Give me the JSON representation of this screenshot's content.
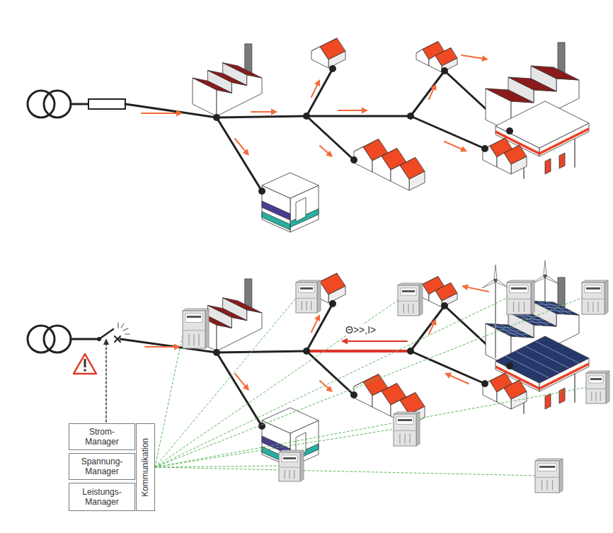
{
  "diagram": {
    "nodes": [
      {
        "text": [
          "Strom- Manager"
        ]
      },
      {
        "text": [
          "Spannung- Manager"
        ]
      },
      {
        "text": [
          "Leistungs- Manager"
        ]
      },
      {
        "text": [
          "Kommunikation"
        ]
      }
    ],
    "labels": [
      "Θ>>,I>"
    ]
  }
}
